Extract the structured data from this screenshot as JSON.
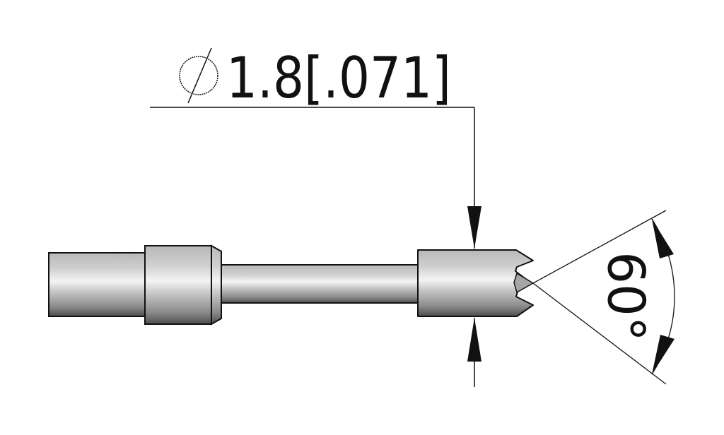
{
  "drawing": {
    "type": "technical-drawing",
    "subject": "probe-tip",
    "diameter_dimension": {
      "symbol": "diameter-symbol",
      "metric_value": "1.8",
      "imperial_value": "[.071]",
      "label": "1.8[.071]"
    },
    "angle_dimension": {
      "label": "60°",
      "value_deg": 60
    },
    "colors": {
      "line": "#111111",
      "part_light": "#f2f2f2",
      "part_mid": "#c4c4c4",
      "part_dark": "#5a5a5a",
      "background": "#ffffff"
    }
  }
}
